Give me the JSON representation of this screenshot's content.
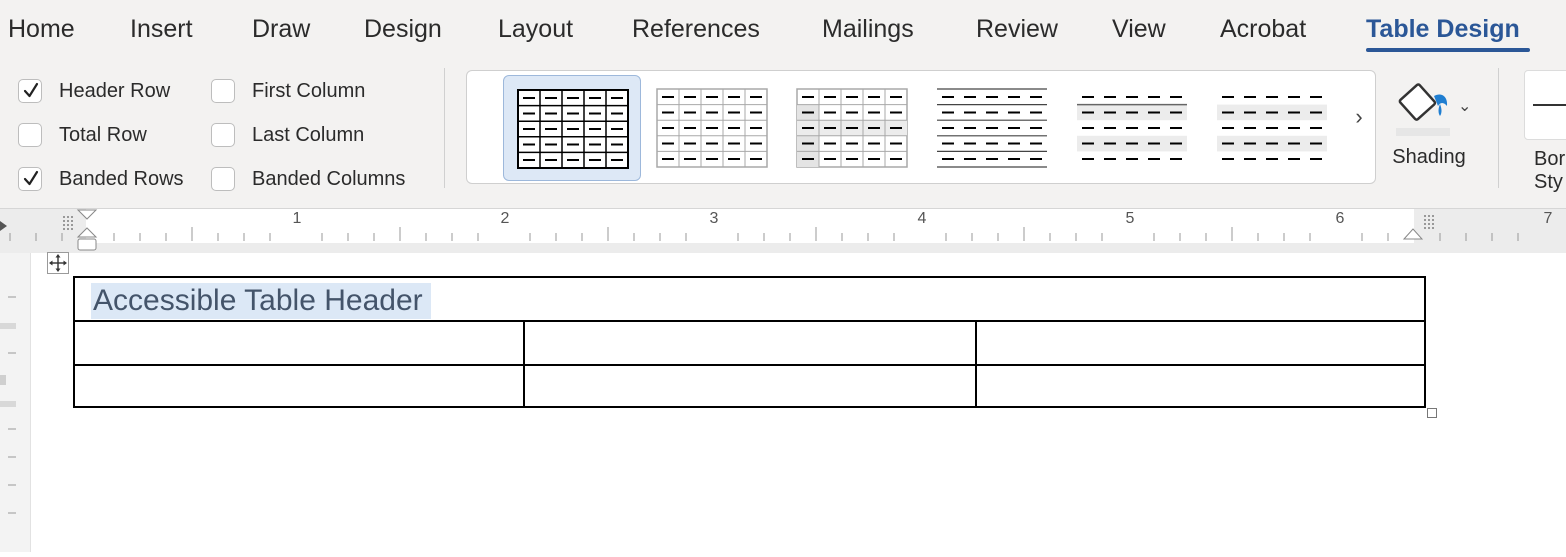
{
  "tabs": [
    {
      "label": "Home",
      "active": false
    },
    {
      "label": "Insert",
      "active": false
    },
    {
      "label": "Draw",
      "active": false
    },
    {
      "label": "Design",
      "active": false
    },
    {
      "label": "Layout",
      "active": false
    },
    {
      "label": "References",
      "active": false
    },
    {
      "label": "Mailings",
      "active": false
    },
    {
      "label": "Review",
      "active": false
    },
    {
      "label": "View",
      "active": false
    },
    {
      "label": "Acrobat",
      "active": false
    },
    {
      "label": "Table Design",
      "active": true
    }
  ],
  "style_options": {
    "header_row": {
      "label": "Header Row",
      "checked": true
    },
    "total_row": {
      "label": "Total Row",
      "checked": false
    },
    "banded_rows": {
      "label": "Banded Rows",
      "checked": true
    },
    "first_column": {
      "label": "First Column",
      "checked": false
    },
    "last_column": {
      "label": "Last Column",
      "checked": false
    },
    "banded_columns": {
      "label": "Banded Columns",
      "checked": false
    }
  },
  "gallery": {
    "selected_index": 0,
    "styles": [
      "table-grid",
      "plain-table-1",
      "grid-table-1-light",
      "plain-table-2",
      "plain-table-3",
      "plain-table-4"
    ]
  },
  "shading": {
    "label": "Shading"
  },
  "border_styles": {
    "label_line1": "Bor",
    "label_line2": "Sty"
  },
  "ruler": {
    "numbers": [
      "1",
      "2",
      "3",
      "4",
      "5",
      "6",
      "7"
    ]
  },
  "document": {
    "table_header_text": "Accessible Table Header",
    "rows": 3,
    "columns": 3
  },
  "colors": {
    "accent": "#2b5797",
    "selection": "#dce8f6",
    "header_text": "#44546a"
  }
}
